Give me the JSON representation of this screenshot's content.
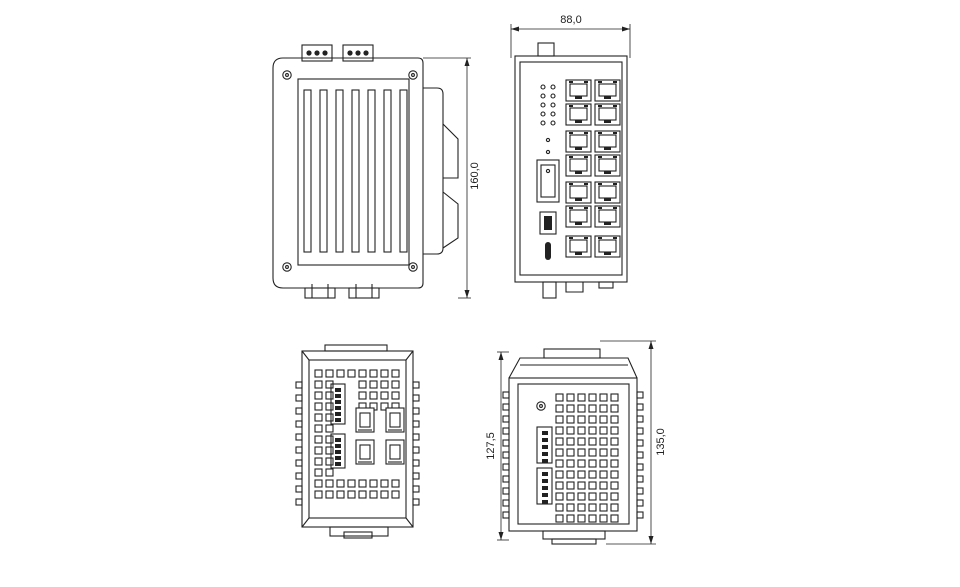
{
  "dimensions": {
    "width": "88,0",
    "height_side": "160,0",
    "depth_bottom": "127,5",
    "depth_total": "135,0"
  },
  "colors": {
    "line": "#222222",
    "background": "#ffffff"
  }
}
